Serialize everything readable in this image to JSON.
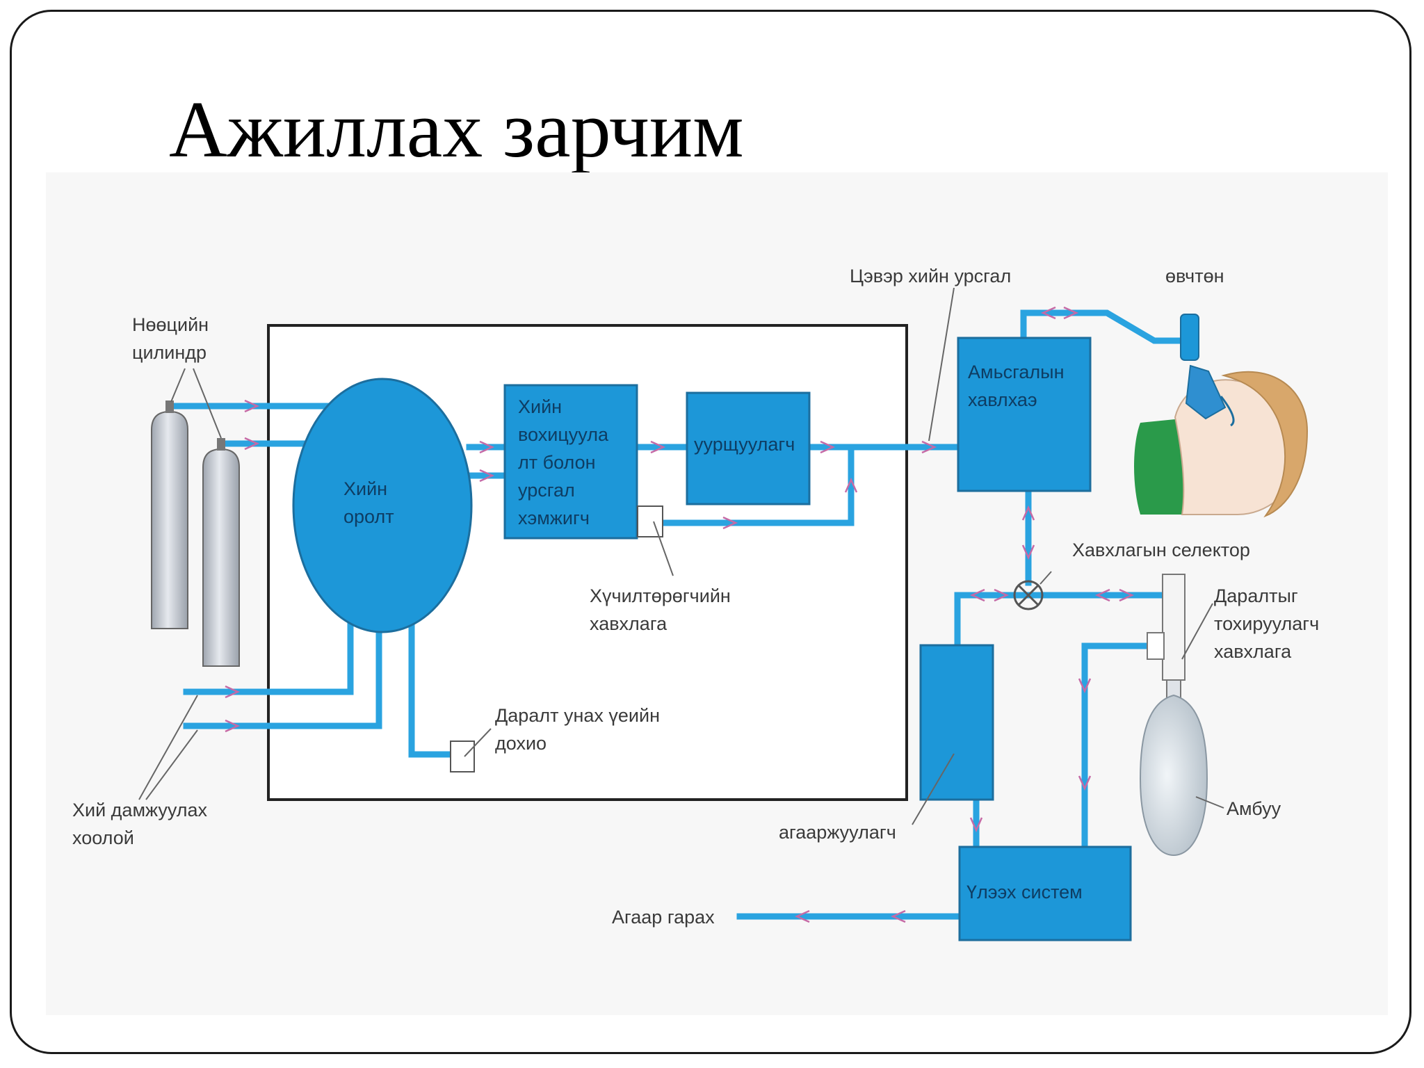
{
  "title": "Ажиллах зарчим",
  "colors": {
    "pipe": "#2aa3e0",
    "box": "#1d97d8",
    "box_border": "#1c6e9e",
    "arrow": "#c56aa6",
    "cylinder": "#c9ced6",
    "outline": "#222222"
  },
  "labels": {
    "cylinders": [
      "Нөөцийн",
      "цилиндр"
    ],
    "gas_pipes": [
      "Хий дамжуулах",
      "хоолой"
    ],
    "gas_inlet": [
      "Хийн",
      "оролт"
    ],
    "regulator": [
      "Хийн",
      "вохицуула",
      "лт болон",
      "урсгал",
      "хэмжигч"
    ],
    "vaporizer": "уурщуулагч",
    "booster_valve": [
      "Хүчилтөрөгчийн",
      "хавхлага"
    ],
    "pressure_alarm": [
      "Даралт унах үеийн",
      "дохио"
    ],
    "fresh_gas": "Цэвэр хийн урсгал",
    "patient": "өвчтөн",
    "breathing_valve": [
      "Амьсгалын",
      "хавлхаэ"
    ],
    "valve_selector": "Хавхлагын селектор",
    "apl_valve": [
      "Даралтыг",
      "тохируулагч",
      "хавхлага"
    ],
    "ventilator": "агааржуулагч",
    "bag": "Амбуу",
    "exhale_system": "Үлээх систем",
    "air_out": "Агаар гарах"
  }
}
